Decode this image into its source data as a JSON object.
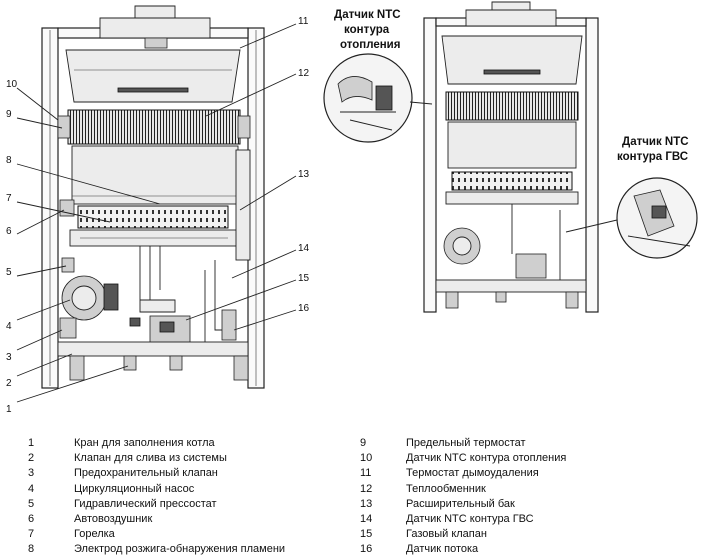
{
  "callouts": {
    "ntc_heating": [
      "Датчик NTC",
      "контура",
      "отопления"
    ],
    "ntc_dhw": [
      "Датчик NTC",
      "контура ГВС"
    ]
  },
  "pointer_numbers": [
    "1",
    "2",
    "3",
    "4",
    "5",
    "6",
    "7",
    "8",
    "9",
    "10",
    "11",
    "12",
    "13",
    "14",
    "15",
    "16"
  ],
  "legend": {
    "left": [
      {
        "num": "1",
        "text": "Кран для заполнения котла"
      },
      {
        "num": "2",
        "text": "Клапан для слива из системы"
      },
      {
        "num": "3",
        "text": "Предохранительный клапан"
      },
      {
        "num": "4",
        "text": "Циркуляционный насос"
      },
      {
        "num": "5",
        "text": "Гидравлический прессостат"
      },
      {
        "num": "6",
        "text": "Автовоздушник"
      },
      {
        "num": "7",
        "text": "Горелка"
      },
      {
        "num": "8",
        "text": "Электрод розжига-обнаружения пламени"
      }
    ],
    "right": [
      {
        "num": "9",
        "text": "Предельный термостат"
      },
      {
        "num": "10",
        "text": "Датчик NTC контура отопления"
      },
      {
        "num": "11",
        "text": "Термостат дымоудаления"
      },
      {
        "num": "12",
        "text": "Теплообменник"
      },
      {
        "num": "13",
        "text": "Расширительный бак"
      },
      {
        "num": "14",
        "text": "Датчик NTC контура ГВС"
      },
      {
        "num": "15",
        "text": "Газовый клапан"
      },
      {
        "num": "16",
        "text": "Датчик потока"
      }
    ]
  }
}
